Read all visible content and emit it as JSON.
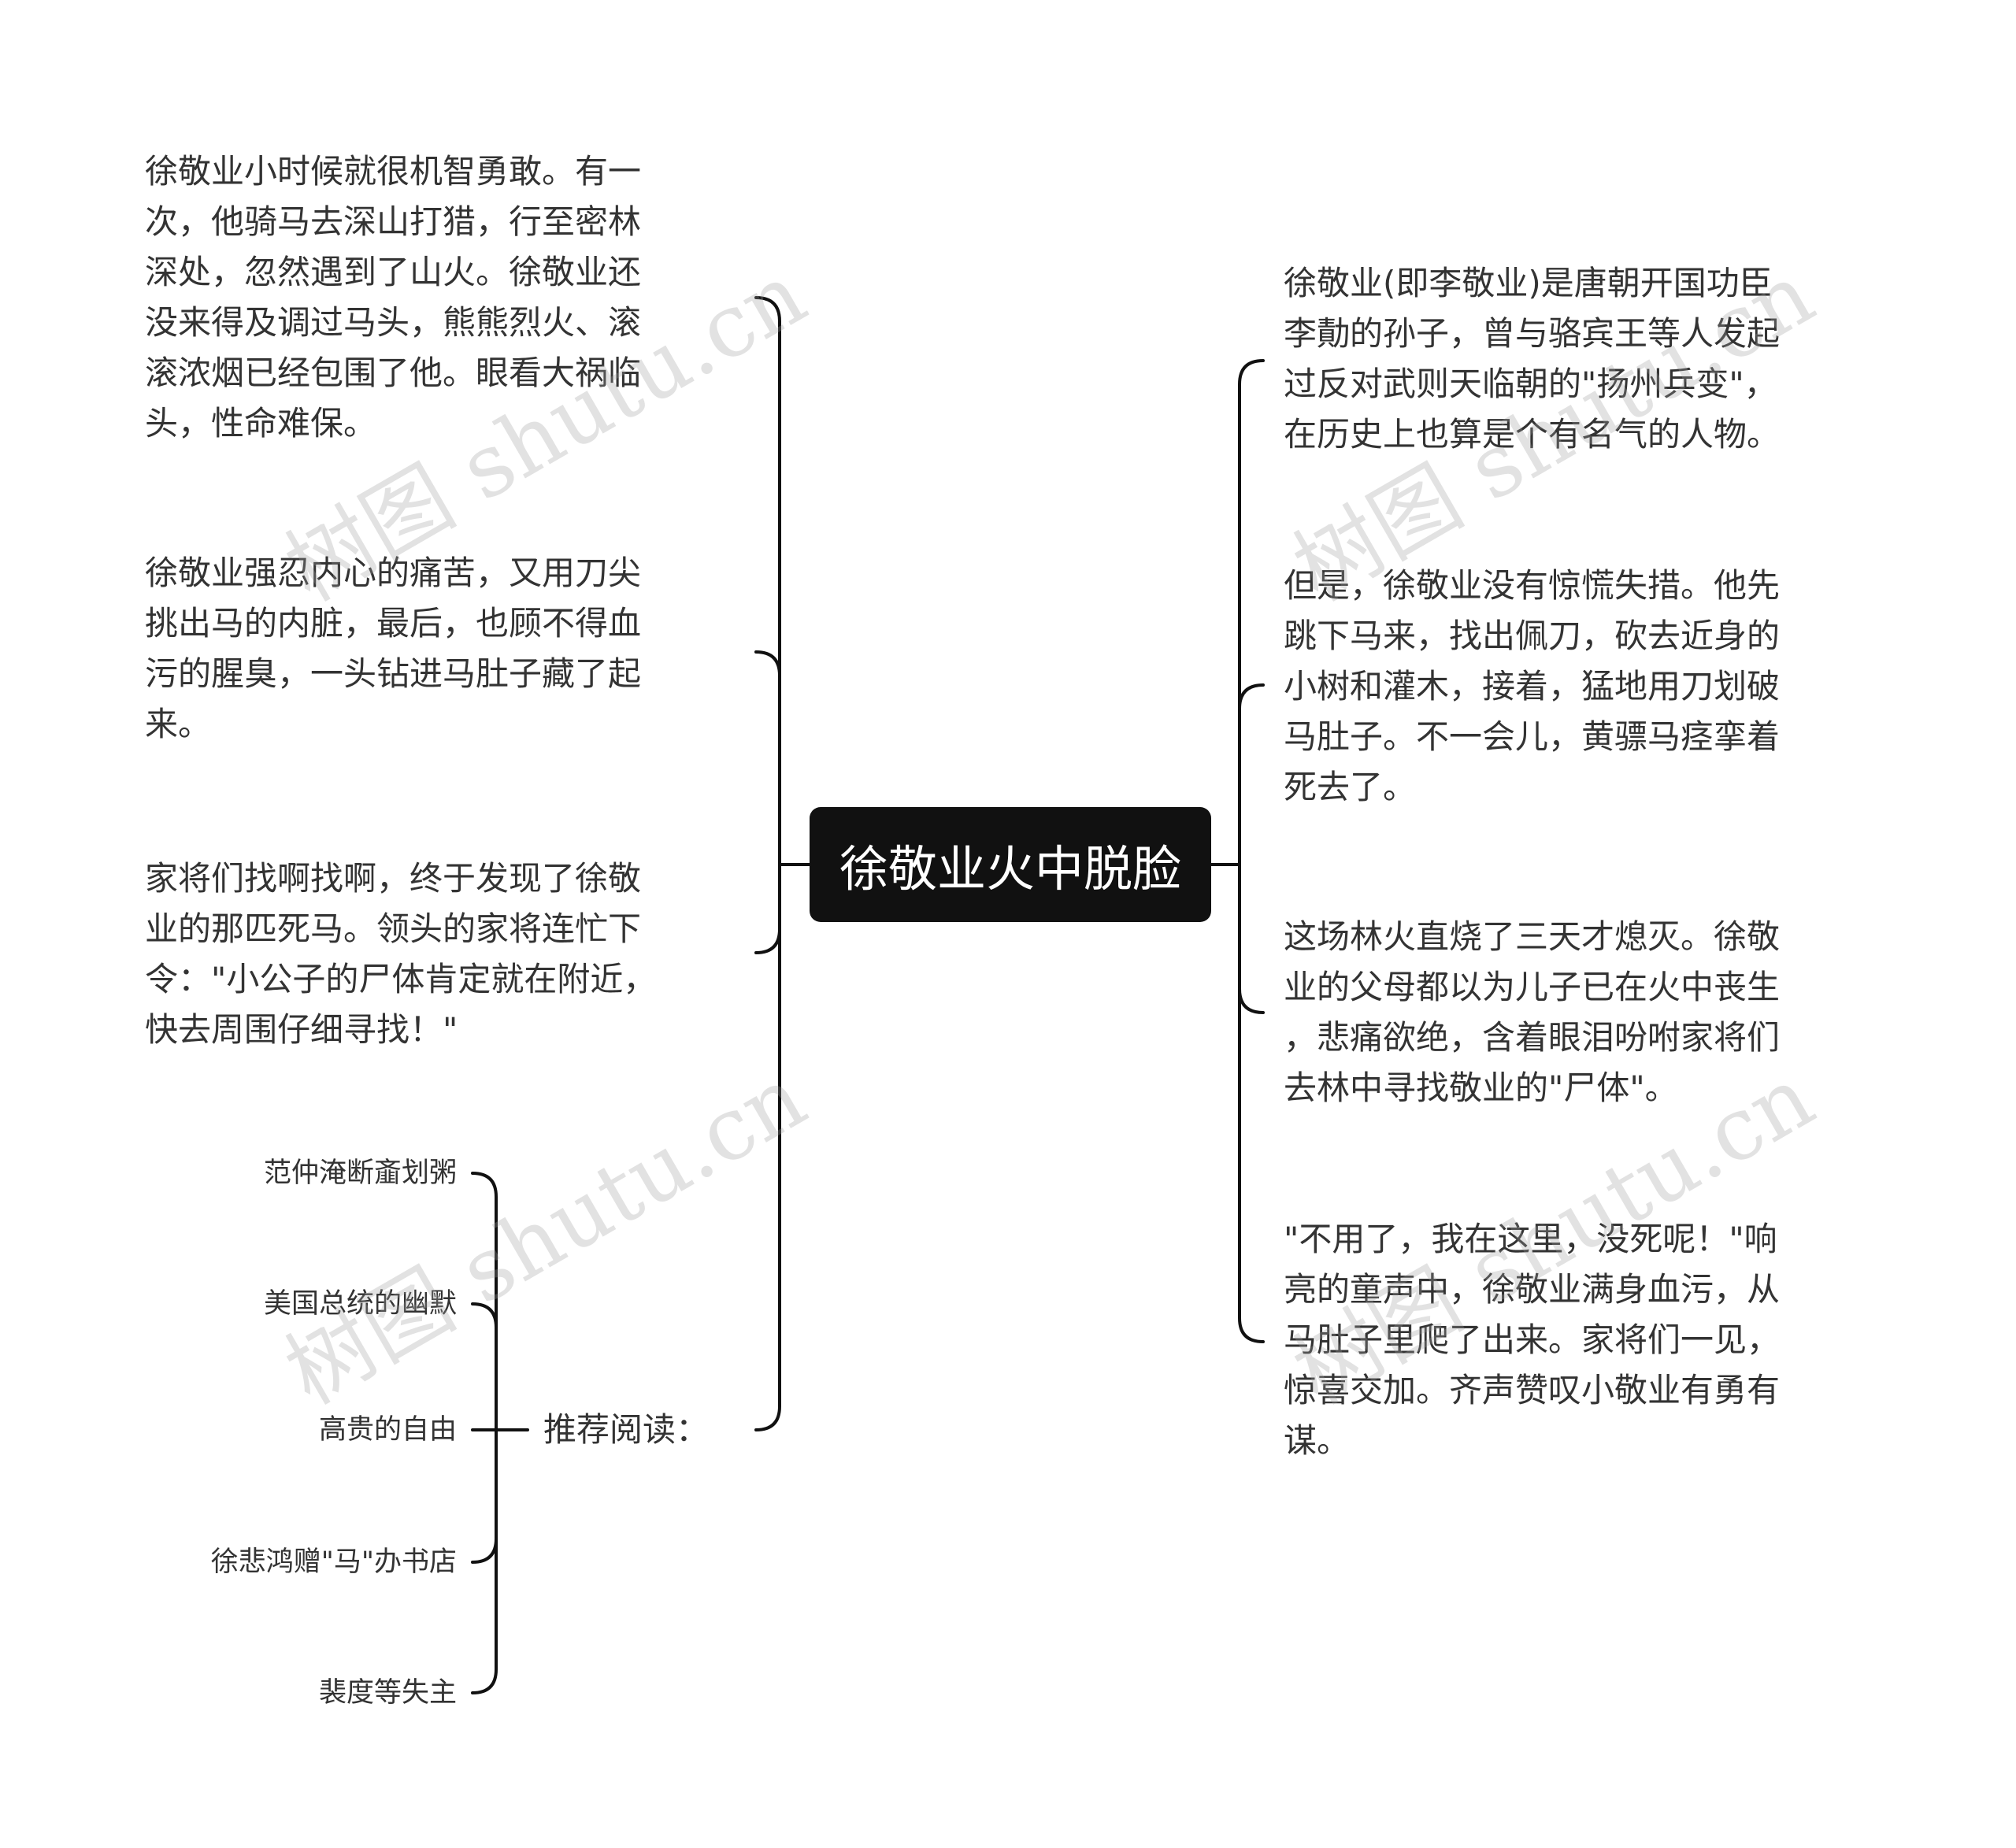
{
  "center": {
    "title": "徐敬业火中脱脸"
  },
  "left": {
    "paragraphs": [
      {
        "lines": [
          "徐敬业小时候就很机智勇敢。有一",
          "次，他骑马去深山打猎，行至密林",
          "深处，忽然遇到了山火。徐敬业还",
          "没来得及调过马头，熊熊烈火、滚",
          "滚浓烟已经包围了他。眼看大祸临",
          "头，性命难保。"
        ]
      },
      {
        "lines": [
          "徐敬业强忍内心的痛苦，又用刀尖",
          "挑出马的内脏，最后，也顾不得血",
          "污的腥臭，一头钻进马肚子藏了起",
          "来。"
        ]
      },
      {
        "lines": [
          "家将们找啊找啊，终于发现了徐敬",
          "业的那匹死马。领头的家将连忙下",
          "令：\"小公子的尸体肯定就在附近，",
          "快去周围仔细寻找！\""
        ]
      }
    ],
    "reading": {
      "label": "推荐阅读：",
      "items": [
        "范仲淹断齑划粥",
        "美国总统的幽默",
        "高贵的自由",
        "徐悲鸿赠\"马\"办书店",
        "裴度等失主"
      ]
    }
  },
  "right": {
    "paragraphs": [
      {
        "lines": [
          "徐敬业(即李敬业)是唐朝开国功臣",
          "李勣的孙子，曾与骆宾王等人发起",
          "过反对武则天临朝的\"扬州兵变\"，",
          "在历史上也算是个有名气的人物。"
        ]
      },
      {
        "lines": [
          "但是，徐敬业没有惊慌失措。他先",
          "跳下马来，找出佩刀，砍去近身的",
          "小树和灌木，接着，猛地用刀划破",
          "马肚子。不一会儿，黄骠马痉挛着",
          "死去了。"
        ]
      },
      {
        "lines": [
          "这场林火直烧了三天才熄灭。徐敬",
          "业的父母都以为儿子已在火中丧生",
          "，悲痛欲绝，含着眼泪吩咐家将们",
          "去林中寻找敬业的\"尸体\"。"
        ]
      },
      {
        "lines": [
          "\"不用了，我在这里，没死呢！\"响",
          "亮的童声中，徐敬业满身血污，从",
          "马肚子里爬了出来。家将们一见，",
          "惊喜交加。齐声赞叹小敬业有勇有",
          "谋。"
        ]
      }
    ]
  },
  "watermark": "树图 shutu.cn",
  "colors": {
    "line": "#111111",
    "center_bg": "#111111",
    "text": "#333333"
  }
}
